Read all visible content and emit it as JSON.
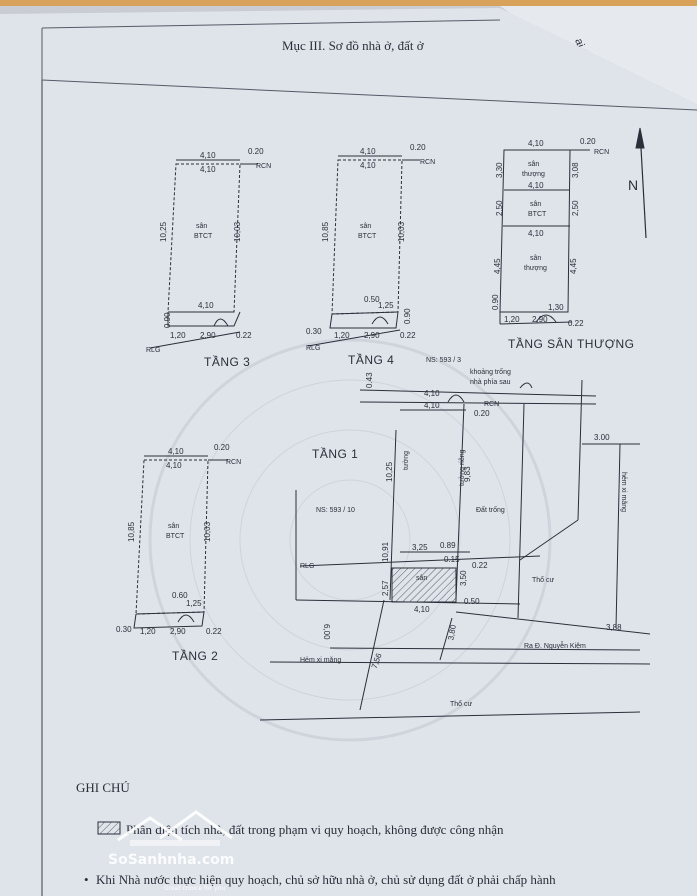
{
  "section_title": "Mục III. Sơ đồ nhà ở, đất ở",
  "corner_text": "ai 6",
  "floors": {
    "tang3": {
      "label": "TẦNG 3",
      "top": "4,10",
      "top2": "4,10",
      "off": "0.20",
      "left": "10,25",
      "right": "10,03",
      "room": [
        "sân",
        "BTCT"
      ],
      "bottom": "4,10",
      "b1": "0.90",
      "b2": "0.22",
      "b3": "1,20",
      "b4": "2,90",
      "rlg": "RLG",
      "rcn": "RCN"
    },
    "tang4": {
      "label": "TẦNG 4",
      "top": "4,10",
      "top2": "4,10",
      "off": "0.20",
      "left": "10,85",
      "right": "10,03",
      "room": [
        "sân",
        "BTCT"
      ],
      "b0": "0.50",
      "b5": "1,25",
      "b1": "0.90",
      "b2": "0.22",
      "b6": "0.30",
      "b3": "1,20",
      "b4": "2,90",
      "rlg": "RLG",
      "rcn": "RCN"
    },
    "tangst": {
      "label": "TẦNG SÂN THƯỢNG",
      "top": "4,10",
      "off": "0.20",
      "rcn": "RCN",
      "sec1": [
        "sân",
        "thượng"
      ],
      "d1a": "3,30",
      "d1b": "3,08",
      "mid1": "4,10",
      "sec2": [
        "sân",
        "BTCT"
      ],
      "d2a": "2,50",
      "d2b": "2,50",
      "mid2": "4,10",
      "sec3": [
        "sân",
        "thượng"
      ],
      "d3a": "4,45",
      "d3b": "4,45",
      "b1": "0.90",
      "b5": "1,30",
      "b3": "1,20",
      "b4": "2,90",
      "b2": "0.22"
    },
    "tang2": {
      "label": "TẦNG 2",
      "top": "4,10",
      "top2": "4,10",
      "off": "0.20",
      "left": "10,85",
      "right": "10,03",
      "room": [
        "sân",
        "BTCT"
      ],
      "b0": "0.60",
      "b5": "1,25",
      "b6": "0.30",
      "b3": "1,20",
      "b4": "2,90",
      "b2": "0.22",
      "rcn": "RCN"
    },
    "tang1": {
      "label": "TẦNG 1",
      "ns_top": "NS: 593 / 3",
      "gap_note": [
        "khoảng trống",
        "nhà phía sau"
      ],
      "d043": "0.43",
      "top": "4,10",
      "top2": "4,10",
      "off": "0.20",
      "rcn": "RCN",
      "wall_l": "tường",
      "wall_r": "tường riêng",
      "d1025": "10,25",
      "d983": "9,83",
      "empty_land": "Đất trống",
      "ns_left": "NS: 593 / 10",
      "rlg": "RLG",
      "d325": "3,25",
      "d089": "0.89",
      "d015": "0.15",
      "d1091": "10,91",
      "d022": "0.22",
      "d257": "2,57",
      "d350": "3,50",
      "san": "sân",
      "d410b": "4,10",
      "d050": "0.50",
      "tho_cu1": "Thổ cư",
      "d300": "3.00",
      "alley_r": "hẻm xi măng",
      "d388": "3,88",
      "d600": "6,00",
      "alley_b": "Hẻm xi măng",
      "d756": "7,56",
      "d380": "3,80",
      "road": "Ra Đ. Nguyễn Kiệm",
      "tho_cu2": "Thổ cư"
    }
  },
  "notes": {
    "heading": "GHI CHÚ",
    "line1": "Phần diện tích nhà, đất trong phạm vi quy hoạch, không được công nhận",
    "line2": "Khi Nhà nước thực hiện quy hoạch, chủ sở hữu nhà ở, chủ sử dụng đất ở phải chấp hành"
  },
  "watermark": {
    "brand": "SoSanhnha.com",
    "tagline": "Great choice for you"
  },
  "colors": {
    "paper": "#dfe3ea",
    "ink": "#2b2f3a",
    "hatch": "#555a66"
  }
}
